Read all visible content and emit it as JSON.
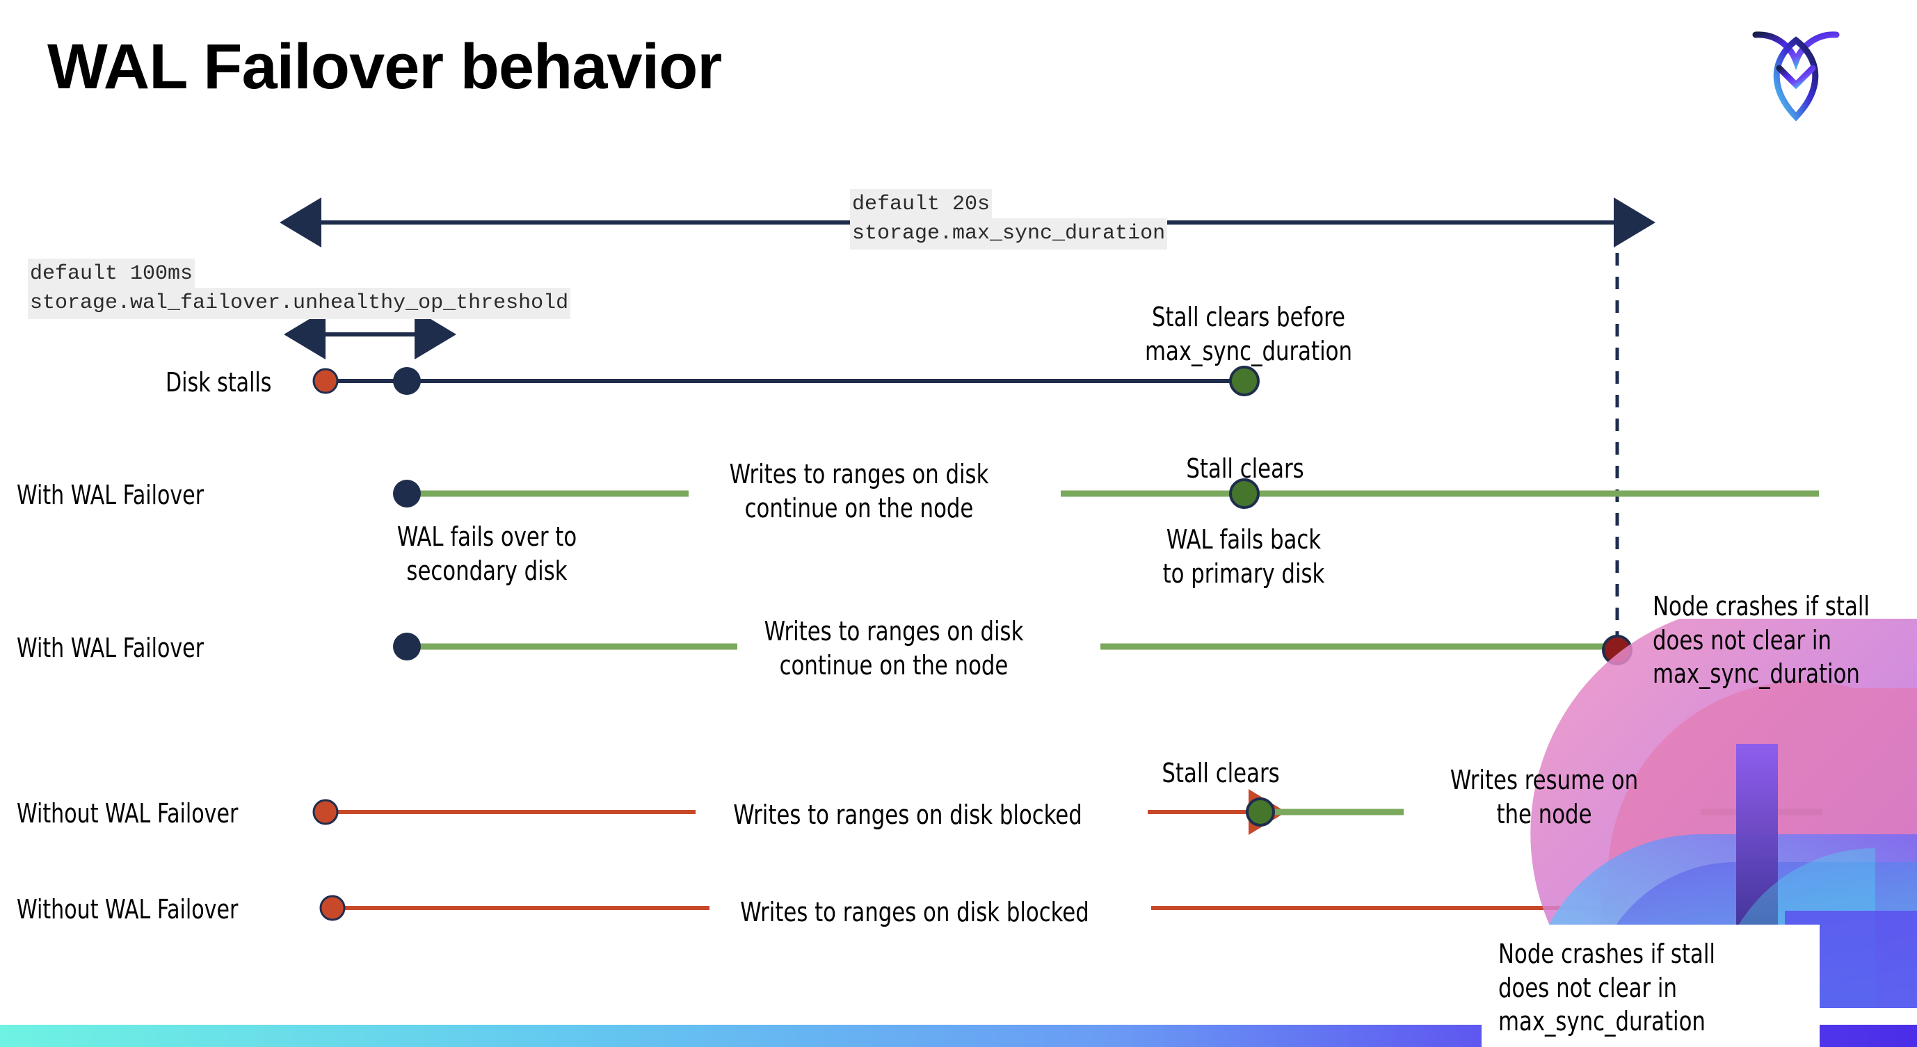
{
  "slide": {
    "title": "WAL Failover behavior",
    "logo_icon": "cockroach-labs-logo"
  },
  "colors": {
    "navy": "#1f2d4d",
    "green_line": "#79a martin",
    "green": "#7aa85c",
    "green_dot": "#45762c",
    "orange": "#c8492a",
    "dark_red": "#8c1c1c",
    "chip_bg": "#eeeeee",
    "bar_gradient_start": "#6ef2e2",
    "bar_gradient_end": "#4a2ee8"
  },
  "settings": {
    "max_sync_duration": {
      "default_label": "default 20s",
      "name_label": "storage.max_sync_duration"
    },
    "unhealthy_op_threshold": {
      "default_label": "default 100ms",
      "name_label": "storage.wal_failover.unhealthy_op_threshold"
    }
  },
  "rows": [
    {
      "id": "disk-stalls",
      "label": "Disk stalls",
      "annotations": [
        "Stall clears before\nmax_sync_duration"
      ]
    },
    {
      "id": "with-wal-failover-1",
      "label": "With WAL Failover",
      "annotations": [
        "Writes to ranges on disk\ncontinue on the node",
        "Stall clears",
        "WAL fails over to\nsecondary disk",
        "WAL fails  back\nto primary disk"
      ]
    },
    {
      "id": "with-wal-failover-2",
      "label": "With WAL Failover",
      "annotations": [
        "Writes to ranges on disk\ncontinue on the node",
        "Node crashes if stall\ndoes not clear in\nmax_sync_duration"
      ]
    },
    {
      "id": "without-wal-failover-1",
      "label": "Without WAL Failover",
      "annotations": [
        "Writes to ranges on disk  blocked",
        "Stall clears",
        "Writes resume on\nthe node"
      ]
    },
    {
      "id": "without-wal-failover-2",
      "label": "Without WAL Failover",
      "annotations": [
        "Writes to ranges on disk  blocked",
        "Node crashes if stall\ndoes not clear in\nmax_sync_duration"
      ]
    }
  ],
  "markers": {
    "stall_start": "orange-dot",
    "failover_point": "navy-dot",
    "stall_clear": "green-dot",
    "node_crash": "dark-red-dot"
  }
}
